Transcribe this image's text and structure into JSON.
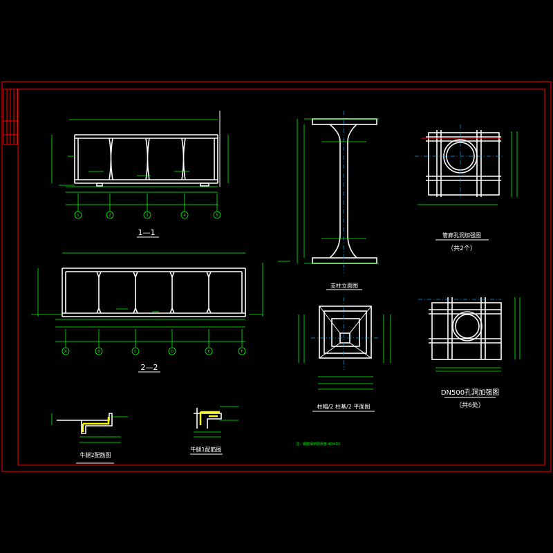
{
  "section1": {
    "title": "1—1"
  },
  "section2": {
    "title": "2—2",
    "axis_labels": [
      "A",
      "B",
      "C",
      "D",
      "E",
      "F"
    ]
  },
  "section1_axes": [
    "1",
    "2",
    "3",
    "4",
    "5"
  ],
  "column_elevation": {
    "title": "支柱立面图"
  },
  "column_plan": {
    "title": "柱帽/2  柱基/2  平面图"
  },
  "top_right_detail": {
    "title": "管廊孔洞加强图",
    "note": "（共2个）"
  },
  "dn500_detail": {
    "title": "DN500孔洞加强图",
    "note": "（共6处）"
  },
  "cover2": {
    "title": "牛腿2配筋图"
  },
  "cover1": {
    "title": "牛腿1配筋图"
  },
  "note": {
    "text": "注：钢筋保护层厚度-40⑨01"
  },
  "colors": {
    "background": "#000000",
    "frame": "#ff0000",
    "line": "#ffffff",
    "dimension": "#00ff00",
    "highlight": "#ffff00"
  }
}
